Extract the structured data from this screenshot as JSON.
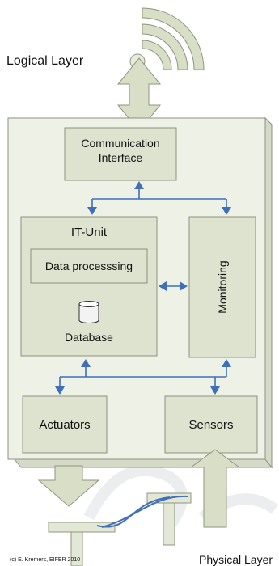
{
  "layers": {
    "logical": "Logical Layer",
    "physical": "Physical Layer"
  },
  "components": {
    "communication": [
      "Communication",
      "Interface"
    ],
    "it_unit": "IT-Unit",
    "data_processing": "Data processsing",
    "database": "Database",
    "monitoring": "Monitoring",
    "actuators": "Actuators",
    "sensors": "Sensors"
  },
  "copyright": "(c) E. Kremers, EIFER 2010",
  "colors": {
    "box_fill": "#dde3cf",
    "panel_fill": "#eef1e6",
    "link_blue": "#3f6fb8"
  },
  "icons": [
    "wireless-signal-icon",
    "database-cylinder-icon",
    "sensor-plug-icon"
  ]
}
